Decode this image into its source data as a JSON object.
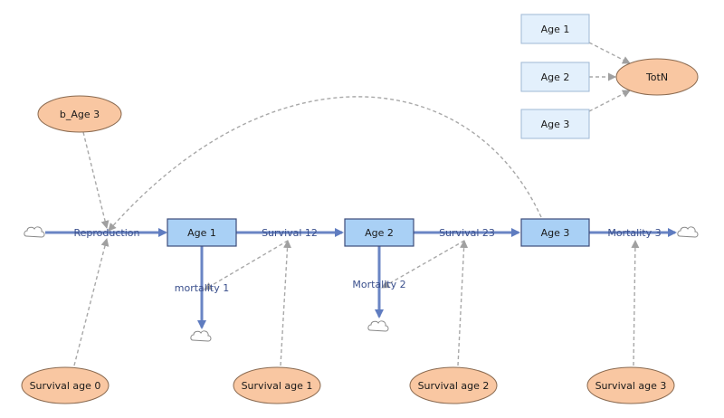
{
  "stocks": {
    "age1": "Age 1",
    "age2": "Age 2",
    "age3": "Age 3"
  },
  "ghosts": {
    "age1": "Age 1",
    "age2": "Age 2",
    "age3": "Age 3"
  },
  "aux": {
    "totn": "TotN",
    "b_age3": "b_Age 3",
    "survival_age0": "Survival age 0",
    "survival_age1": "Survival age 1",
    "survival_age2": "Survival age 2",
    "survival_age3": "Survival age 3"
  },
  "flows": {
    "reproduction": "Reproduction",
    "survival12": "Survival 12",
    "survival23": "Survival 23",
    "mortality3": "Mortality 3",
    "mortality1": "mortality 1",
    "mortality2": "Mortality 2"
  },
  "colors": {
    "stock_fill": "#a9d0f5",
    "stock_border": "#3c4c7a",
    "ghost_fill": "#e3f0fc",
    "ghost_border": "#9fb8d4",
    "aux_fill": "#f9c7a2",
    "aux_border": "#8a6a50",
    "flow_pipe": "#6a85c4",
    "link": "#a0a0a0"
  }
}
